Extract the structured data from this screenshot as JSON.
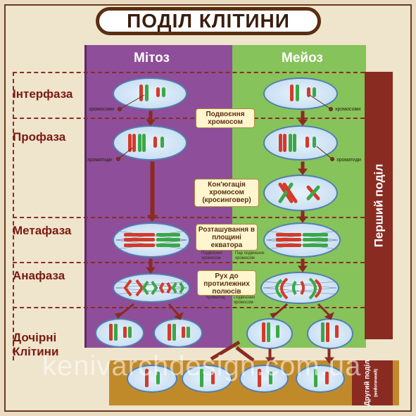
{
  "title": "ПОДІЛ КЛІТИНИ",
  "columns": {
    "mitosis": "Мітоз",
    "meiosis": "Мейоз"
  },
  "stages": {
    "interphase": "Інтерфаза",
    "prophase": "Профаза",
    "metaphase": "Метафаза",
    "anaphase": "Анафаза",
    "daughter": "Дочірні\nКлітини"
  },
  "labels": {
    "chromosomes_left": "хромосоми",
    "chromosomes_right": "хромосоми",
    "chromatids_left": "хроматиди",
    "chromatids_right": "хроматиди",
    "sub_meta_left": "Подвоєних хромосом",
    "sub_meta_right": "Пар подвоєних хромосом",
    "sub_ana_left": "Хроматид",
    "sub_ana_right": "Подвоєних хромосом"
  },
  "notes": {
    "doubling": "Подвоєння хромосом",
    "conjugation": "Кон'югація хромосом (кросинговер)",
    "alignment": "Розташування в площині екватора",
    "movement": "Рух до протилежних полюсів"
  },
  "divisions": {
    "first": "Перший поділ",
    "second": "Другий поділ",
    "second_sub": "(мейотичний)"
  },
  "watermark": "kenivarchdesign.com.ua",
  "colors": {
    "mitosis": "#8e4e99",
    "meiosis": "#86c35a",
    "accent": "#8a2b22",
    "band": "#c08a2b"
  }
}
